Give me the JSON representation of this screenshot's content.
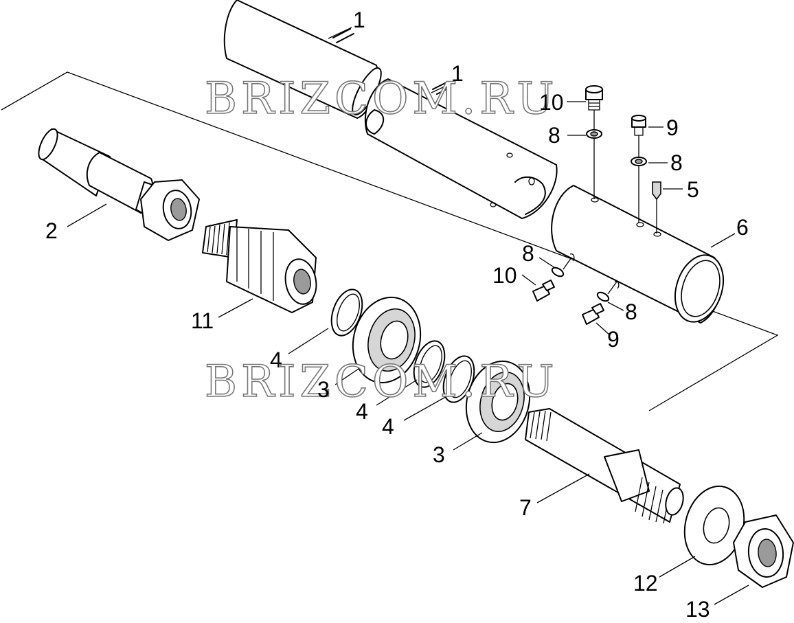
{
  "watermark": "BRIZCOM.RU",
  "callouts": {
    "p1a": "1",
    "p1b": "1",
    "p2": "2",
    "p3a": "3",
    "p3b": "3",
    "p4a": "4",
    "p4b": "4",
    "p4c": "4",
    "p5": "5",
    "p6": "6",
    "p7": "7",
    "p8a": "8",
    "p8b": "8",
    "p8c": "8",
    "p8d": "8",
    "p9a": "9",
    "p9b": "9",
    "p10a": "10",
    "p10b": "10",
    "p11": "11",
    "p12": "12",
    "p13": "13"
  }
}
